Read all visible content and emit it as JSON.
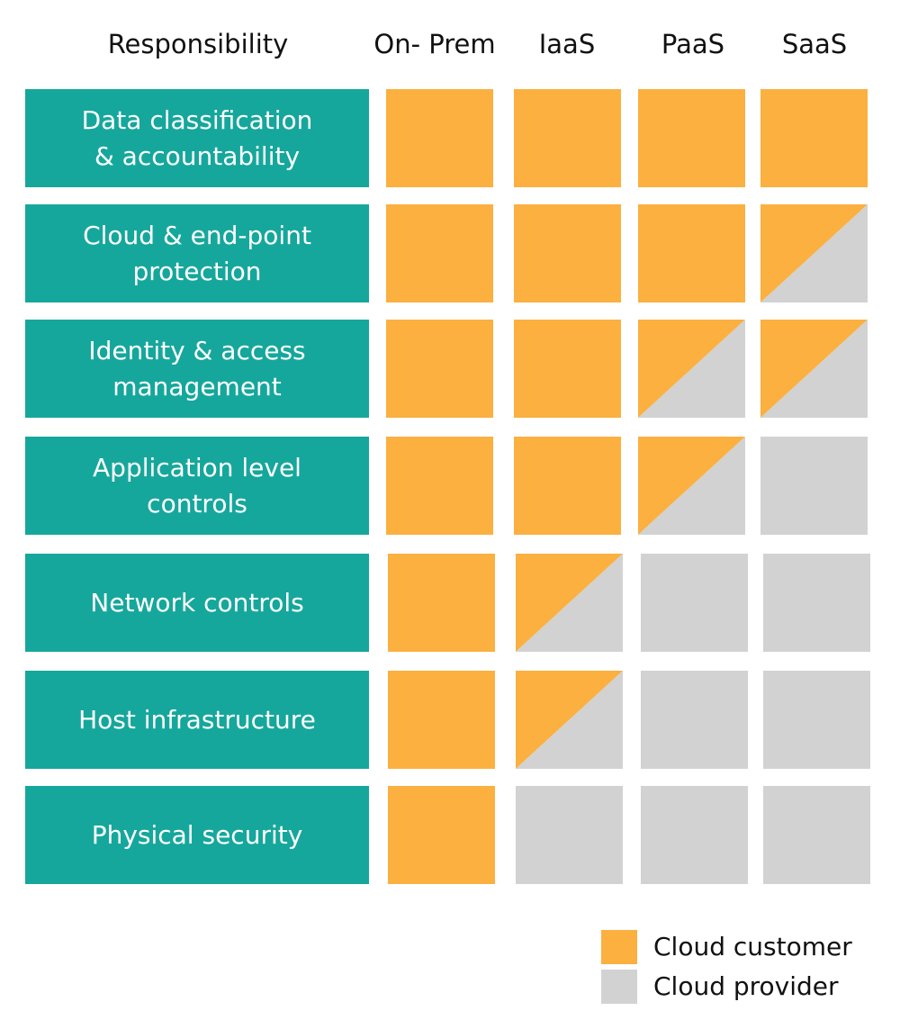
{
  "colors": {
    "customer": "#fbb040",
    "provider": "#d1d2d1",
    "label_bg": "#16a79c",
    "label_text": "#ffffff"
  },
  "headers": {
    "responsibility": "Responsibility",
    "columns": [
      "On- Prem",
      "IaaS",
      "PaaS",
      "SaaS"
    ]
  },
  "rows": [
    {
      "label": "Data classification\n& accountability",
      "cells": [
        "customer",
        "customer",
        "customer",
        "customer"
      ]
    },
    {
      "label": "Cloud & end-point\nprotection",
      "cells": [
        "customer",
        "customer",
        "customer",
        "shared"
      ]
    },
    {
      "label": "Identity & access\nmanagement",
      "cells": [
        "customer",
        "customer",
        "shared",
        "shared"
      ]
    },
    {
      "label": "Application level\ncontrols",
      "cells": [
        "customer",
        "customer",
        "shared",
        "provider"
      ]
    },
    {
      "label": "Network controls",
      "cells": [
        "customer",
        "shared",
        "provider",
        "provider"
      ]
    },
    {
      "label": "Host infrastructure",
      "cells": [
        "customer",
        "shared",
        "provider",
        "provider"
      ]
    },
    {
      "label": "Physical security",
      "cells": [
        "customer",
        "provider",
        "provider",
        "provider"
      ]
    }
  ],
  "legend": {
    "customer_label": "Cloud customer",
    "provider_label": "Cloud provider"
  }
}
